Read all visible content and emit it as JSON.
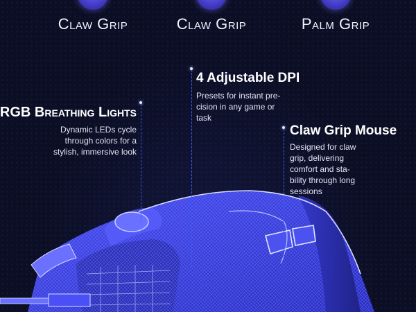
{
  "grips": [
    {
      "label": "Claw Grip"
    },
    {
      "label": "Claw Grip"
    },
    {
      "label": "Palm Grip"
    }
  ],
  "features": {
    "rgb": {
      "title": "RGB Breathing Lights",
      "desc": [
        "Dynamic LEDs cycle",
        "through colors for a",
        "stylish, immersive look"
      ]
    },
    "dpi": {
      "title": "4 Adjustable DPI",
      "desc": [
        "Presets for instant pre-",
        "cision in any game or",
        "task"
      ]
    },
    "claw": {
      "title": "Claw Grip Mouse",
      "desc": [
        "Designed for claw",
        "grip, delivering",
        "comfort and sta-",
        "bility through long",
        "sessions"
      ]
    }
  },
  "colors": {
    "accent": "#3b5bff",
    "mouse_fill": "#3a3fe0",
    "badge": "#5a52f0"
  }
}
